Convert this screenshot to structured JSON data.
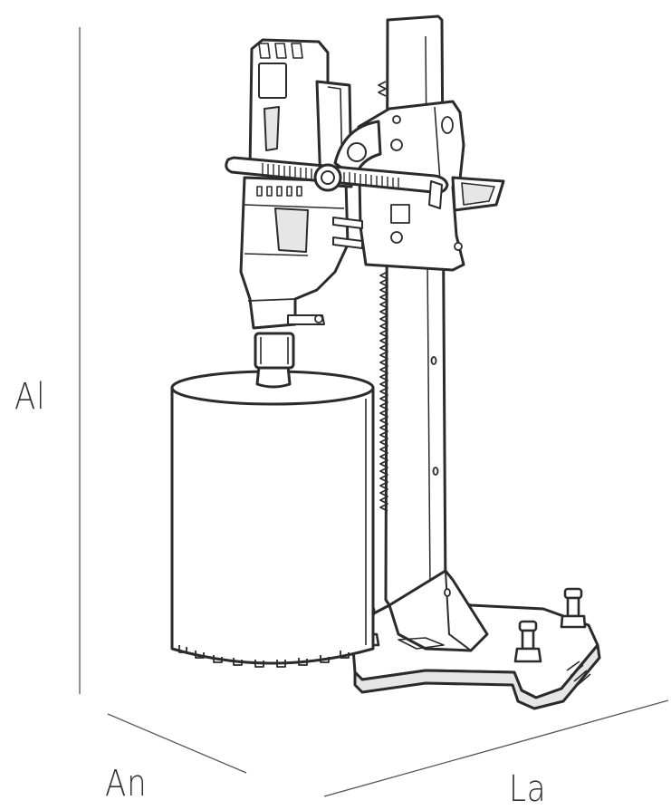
{
  "dimensions": {
    "height_label": "Al",
    "width_label": "An",
    "length_label": "La"
  },
  "colors": {
    "background": "#ffffff",
    "outline": "#2b2b2b",
    "fill": "#ffffff",
    "shade": "#e6e6e6",
    "guide": "#555555"
  },
  "icons": {
    "drill_motor": "drill-motor-icon",
    "core_bit": "core-bit-icon",
    "rack_column": "rack-column-icon",
    "base_plate": "base-plate-icon"
  }
}
